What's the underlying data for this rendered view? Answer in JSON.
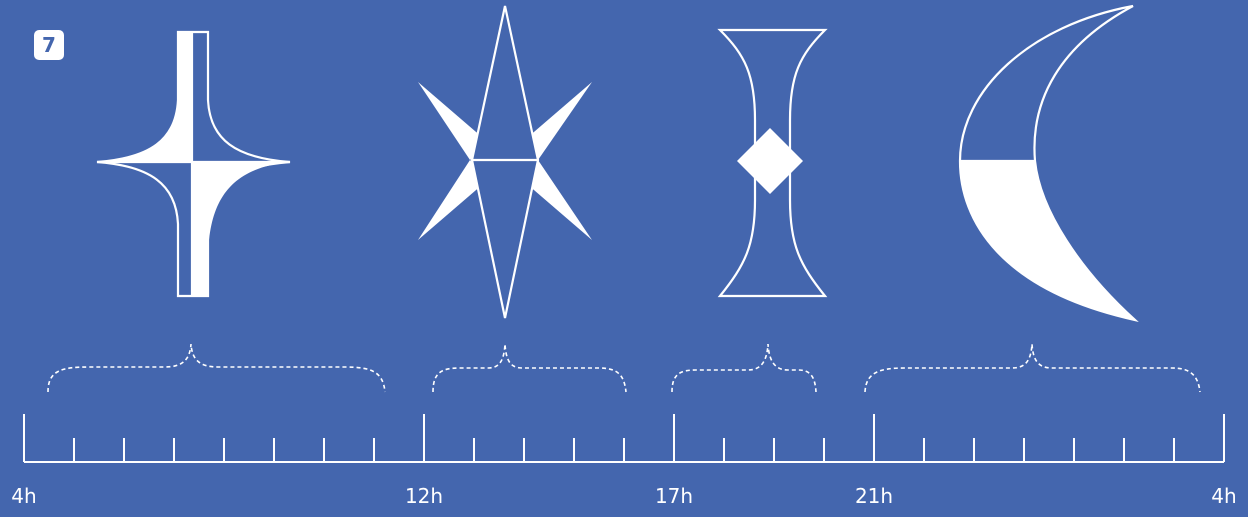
{
  "badge": {
    "number": "7"
  },
  "timeline": {
    "labels": [
      "4h",
      "12h",
      "17h",
      "21h",
      "4h"
    ],
    "hours_span": 24,
    "major_hours": [
      0,
      8,
      13,
      17,
      24
    ]
  },
  "phases": [
    {
      "icon": "four-point-star-icon",
      "start": "4h",
      "end": "12h"
    },
    {
      "icon": "six-point-star-icon",
      "start": "12h",
      "end": "17h"
    },
    {
      "icon": "hourglass-diamond-icon",
      "start": "17h",
      "end": "21h"
    },
    {
      "icon": "crescent-moon-icon",
      "start": "21h",
      "end": "4h"
    }
  ],
  "colors": {
    "background": "#4466ae",
    "foreground": "#ffffff"
  }
}
